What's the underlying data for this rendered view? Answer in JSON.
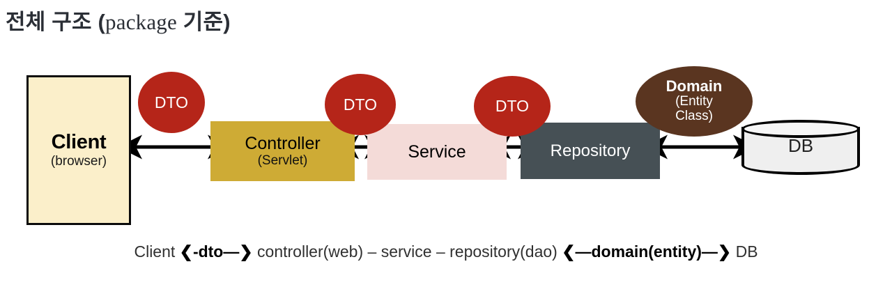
{
  "title": {
    "korean_lead": "전체 구조 (",
    "latin": "package",
    "korean_tail": " 기준)",
    "full": "전체 구조 (package 기준)"
  },
  "colors": {
    "client_fill": "#fbefca",
    "controller_fill": "#ceab35",
    "service_fill": "#f4dbd8",
    "repository_fill": "#465055",
    "dto_fill": "#b52519",
    "domain_fill": "#5a3520",
    "db_fill": "#efefef",
    "arrow": "#000000",
    "title_text": "#2b2f36"
  },
  "diagram": {
    "nodes": {
      "client": {
        "label": "Client",
        "sublabel": "(browser)"
      },
      "controller": {
        "label": "Controller",
        "sublabel": "(Servlet)"
      },
      "service": {
        "label": "Service"
      },
      "repository": {
        "label": "Repository"
      },
      "db": {
        "label": "DB"
      },
      "domain": {
        "label": "Domain",
        "sublabel_line1": "(Entity",
        "sublabel_line2": "Class)"
      }
    },
    "dto_badges": [
      {
        "label": "DTO"
      },
      {
        "label": "DTO"
      },
      {
        "label": "DTO"
      }
    ],
    "connections": [
      {
        "from": "client",
        "to": "controller",
        "style": "double-arrow",
        "carries": "DTO"
      },
      {
        "from": "controller",
        "to": "service",
        "style": "double-arrow",
        "carries": "DTO"
      },
      {
        "from": "service",
        "to": "repository",
        "style": "double-arrow",
        "carries": "DTO"
      },
      {
        "from": "repository",
        "to": "db",
        "style": "double-arrow",
        "carries": "Domain"
      }
    ]
  },
  "caption": {
    "seg1": "Client ",
    "seg2": "❮-dto—❯",
    "seg3": " controller(web) – service – repository(dao) ",
    "seg4": "❮—domain(entity)—❯",
    "seg5": " DB",
    "full": "Client ❮-dto—❯ controller(web) – service – repository(dao) ❮—domain(entity)—❯ DB"
  }
}
